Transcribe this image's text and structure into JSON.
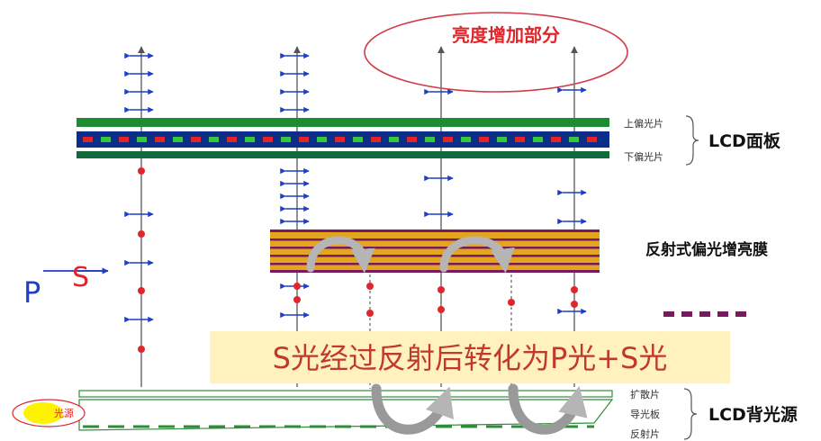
{
  "highlight_label": "亮度增加部分",
  "lcd_panel": {
    "upper_polarizer": "上偏光片",
    "lower_polarizer": "下偏光片",
    "group_label": "LCD面板"
  },
  "dbef": {
    "label": "反射式偏光增亮膜"
  },
  "polarization": {
    "p": "P",
    "s": "S"
  },
  "caption": "S光经过反射后转化为P光+S光",
  "backlight": {
    "light_source": "光源",
    "diffuser": "扩散片",
    "light_guide": "导光板",
    "reflector": "反射片",
    "group_label": "LCD背光源"
  },
  "colors": {
    "green": "#1e8c33",
    "navy": "#0b2e8a",
    "red": "#e0262b",
    "gold": "#e2a51d",
    "purple": "#7a1a5e",
    "arrow_blue": "#1d3fc9",
    "caption_bg": "#fff2bf",
    "caption_text": "#c0392b"
  }
}
